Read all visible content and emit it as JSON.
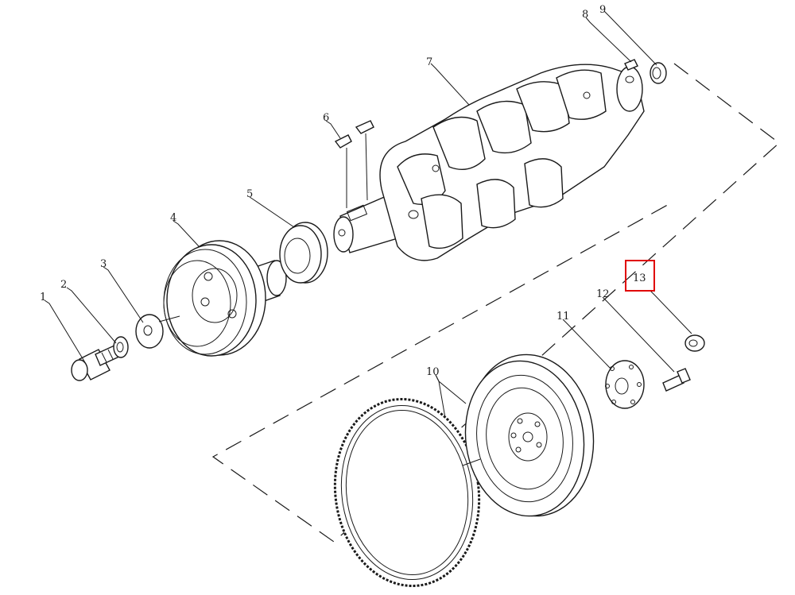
{
  "callouts": {
    "c1": "1",
    "c2": "2",
    "c3": "3",
    "c4": "4",
    "c5": "5",
    "c6": "6",
    "c7": "7",
    "c8": "8",
    "c9": "9",
    "c10": "10",
    "c11": "11",
    "c12": "12",
    "c13": "13"
  },
  "highlight": {
    "target": "13",
    "color": "#e00000"
  }
}
